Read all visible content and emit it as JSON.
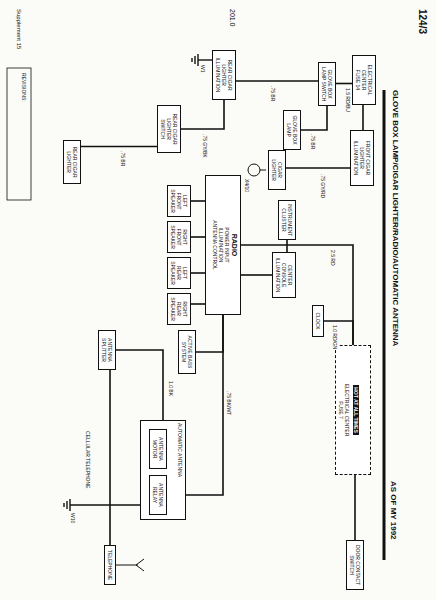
{
  "diagram": {
    "title": "GLOVE BOX LAMP/CIGAR LIGHTER/RADIO/AUTOMATIC ANTENNA",
    "nodes": [
      {
        "text": [
          "ELECTRICAL CENTER",
          "FUSE 14"
        ]
      },
      {
        "text": [
          "GLOVE BOX LAMP SWITCH"
        ]
      },
      {
        "text": [
          "GLOVE BOX LAMP"
        ]
      },
      {
        "text": [
          "FRONT CIGAR LIGHTER ILLUMINATION"
        ]
      },
      {
        "text": [
          "CIGAR LIGHTER"
        ]
      },
      {
        "text": [
          "REAR CIGAR LIGHTER ILLUMINATION"
        ]
      },
      {
        "text": [
          "REAR CIGAR LIGHTER SWITCH"
        ]
      },
      {
        "text": [
          "REAR CIGAR LIGHTER"
        ]
      },
      {
        "text": [
          "RADIO",
          "POWER INPUT",
          "ILLUMINATION",
          "ANTENNA CONTROL"
        ]
      },
      {
        "text": [
          "LEFT FRONT SPEAKER"
        ]
      },
      {
        "text": [
          "RIGHT FRONT SPEAKER"
        ]
      },
      {
        "text": [
          "LEFT REAR SPEAKER"
        ]
      },
      {
        "text": [
          "RIGHT REAR SPEAKER"
        ]
      },
      {
        "text": [
          "INSTRUMENT CLUSTER"
        ]
      },
      {
        "text": [
          "CENTER CONSOLE ILLUMINATION"
        ]
      },
      {
        "text": [
          "CLOCK"
        ]
      },
      {
        "text": [
          "HOT AT ALL TIMES",
          "ELECTRICAL CENTER",
          "FUSE 7"
        ]
      },
      {
        "text": [
          "AUTOMATIC ANTENNA"
        ]
      },
      {
        "text": [
          "ANTENNA MOTOR"
        ],
        "in": 17
      },
      {
        "text": [
          "ANTENNA RELAY"
        ],
        "in": 17
      },
      {
        "text": [
          "ANTENNA SPLITTER"
        ]
      },
      {
        "text": [
          "TELEPHONE"
        ]
      },
      {
        "text": [
          "DOOR CONTACT SWITCH"
        ]
      },
      {
        "text": [
          "ACTIVE BASS SYSTEM"
        ]
      }
    ],
    "edges": [
      {
        "from": 0,
        "to": 1,
        "arrow": "none"
      },
      {
        "from": 1,
        "to": 2,
        "arrow": "none"
      },
      {
        "from": 0,
        "to": 3,
        "arrow": "none"
      },
      {
        "from": 3,
        "to": 4,
        "arrow": "none"
      },
      {
        "from": 1,
        "to": 5,
        "arrow": "none"
      },
      {
        "from": 5,
        "to": 6,
        "arrow": "none"
      },
      {
        "from": 6,
        "to": 7,
        "arrow": "none"
      },
      {
        "from": 16,
        "to": 8,
        "arrow": "none"
      },
      {
        "from": 8,
        "to": 9,
        "arrow": "none"
      },
      {
        "from": 8,
        "to": 10,
        "arrow": "none"
      },
      {
        "from": 8,
        "to": 11,
        "arrow": "none"
      },
      {
        "from": 8,
        "to": 12,
        "arrow": "none"
      },
      {
        "from": 13,
        "to": 14,
        "arrow": "none"
      },
      {
        "from": 14,
        "to": 8,
        "arrow": "none"
      },
      {
        "from": 16,
        "to": 15,
        "arrow": "none"
      },
      {
        "from": 8,
        "to": 19,
        "arrow": "none"
      },
      {
        "from": 19,
        "to": 18,
        "arrow": "none"
      },
      {
        "from": 17,
        "to": 20,
        "arrow": "none"
      },
      {
        "from": 20,
        "to": 21,
        "arrow": "none"
      },
      {
        "from": 8,
        "to": 23,
        "arrow": "none"
      },
      {
        "from": 16,
        "to": 22,
        "arrow": "none"
      }
    ],
    "labels": [
      "124/3",
      "201.0",
      "Supplement 15",
      "REVISIONS:",
      "AS OF MY 1992",
      "1.5 RD/BU",
      ".75 BR",
      ".75 GY/RD",
      ".75 BR",
      ".75 GY/BK",
      ".75 BR",
      "2.5 RD",
      "1.0 RD/GN",
      ".75 BK/WT",
      "1.0 BK",
      "CELLULAR TELEPHONE",
      "W1",
      "W10",
      "X4/10"
    ]
  }
}
